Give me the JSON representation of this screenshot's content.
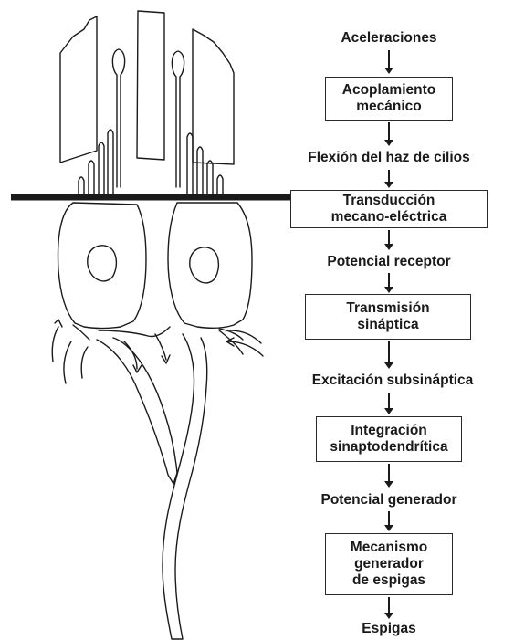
{
  "diagram": {
    "steps": [
      {
        "kind": "label",
        "text": "Aceleraciones"
      },
      {
        "kind": "box",
        "lines": [
          "Acoplamiento",
          "mecánico"
        ]
      },
      {
        "kind": "label",
        "text": "Flexión del haz de cilios"
      },
      {
        "kind": "box",
        "lines": [
          "Transducción",
          "mecano-eléctrica"
        ]
      },
      {
        "kind": "label",
        "text": "Potencial receptor"
      },
      {
        "kind": "box",
        "lines": [
          "Transmisión",
          "sináptica"
        ]
      },
      {
        "kind": "label",
        "text": "Excitación subsináptica"
      },
      {
        "kind": "box",
        "lines": [
          "Integración",
          "sinaptodendrítica"
        ]
      },
      {
        "kind": "label",
        "text": "Potencial generador"
      },
      {
        "kind": "box",
        "lines": [
          "Mecanismo",
          "generador",
          "de espigas"
        ]
      },
      {
        "kind": "label",
        "text": "Espigas"
      }
    ],
    "colors": {
      "ink": "#1a1a1a",
      "background": "#ffffff"
    }
  }
}
